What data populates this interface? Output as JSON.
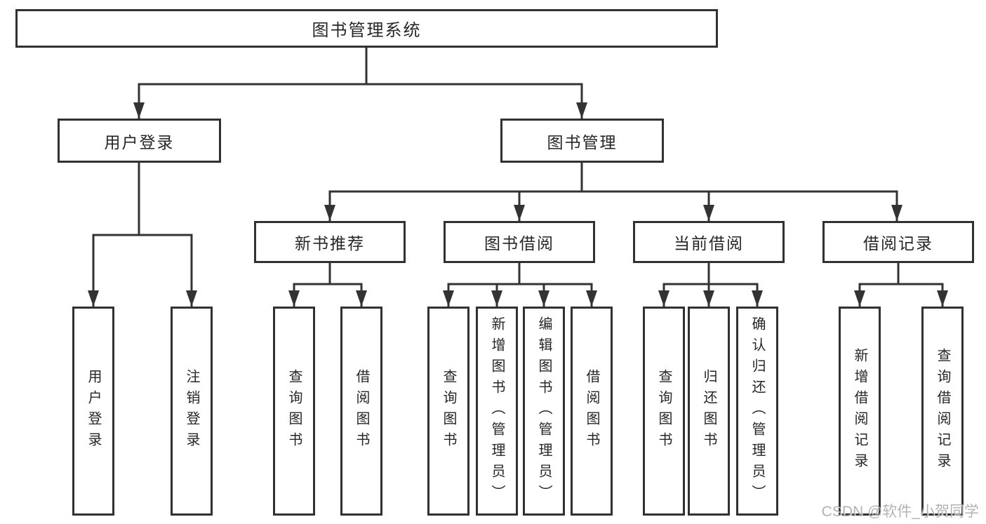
{
  "tree": {
    "label": "图书管理系统",
    "children": [
      {
        "label": "用户登录",
        "children": [
          {
            "label": "用户登录"
          },
          {
            "label": "注销登录"
          }
        ]
      },
      {
        "label": "图书管理",
        "children": [
          {
            "label": "新书推荐",
            "children": [
              {
                "label": "查询图书"
              },
              {
                "label": "借阅图书"
              }
            ]
          },
          {
            "label": "图书借阅",
            "children": [
              {
                "label": "查询图书"
              },
              {
                "label": "新增图书（管理员）"
              },
              {
                "label": "编辑图书（管理员）"
              },
              {
                "label": "借阅图书"
              }
            ]
          },
          {
            "label": "当前借阅",
            "children": [
              {
                "label": "查询图书"
              },
              {
                "label": "归还图书"
              },
              {
                "label": "确认归还（管理员）"
              }
            ]
          },
          {
            "label": "借阅记录",
            "children": [
              {
                "label": "新增借阅记录"
              },
              {
                "label": "查询借阅记录"
              }
            ]
          }
        ]
      }
    ]
  },
  "watermark": {
    "text": "CSDN @软件_小贺同学"
  },
  "colors": {
    "line": "#333333",
    "box_border": "#313131",
    "text": "#262626",
    "watermark": "#a6a6a6",
    "background": "#ffffff"
  }
}
